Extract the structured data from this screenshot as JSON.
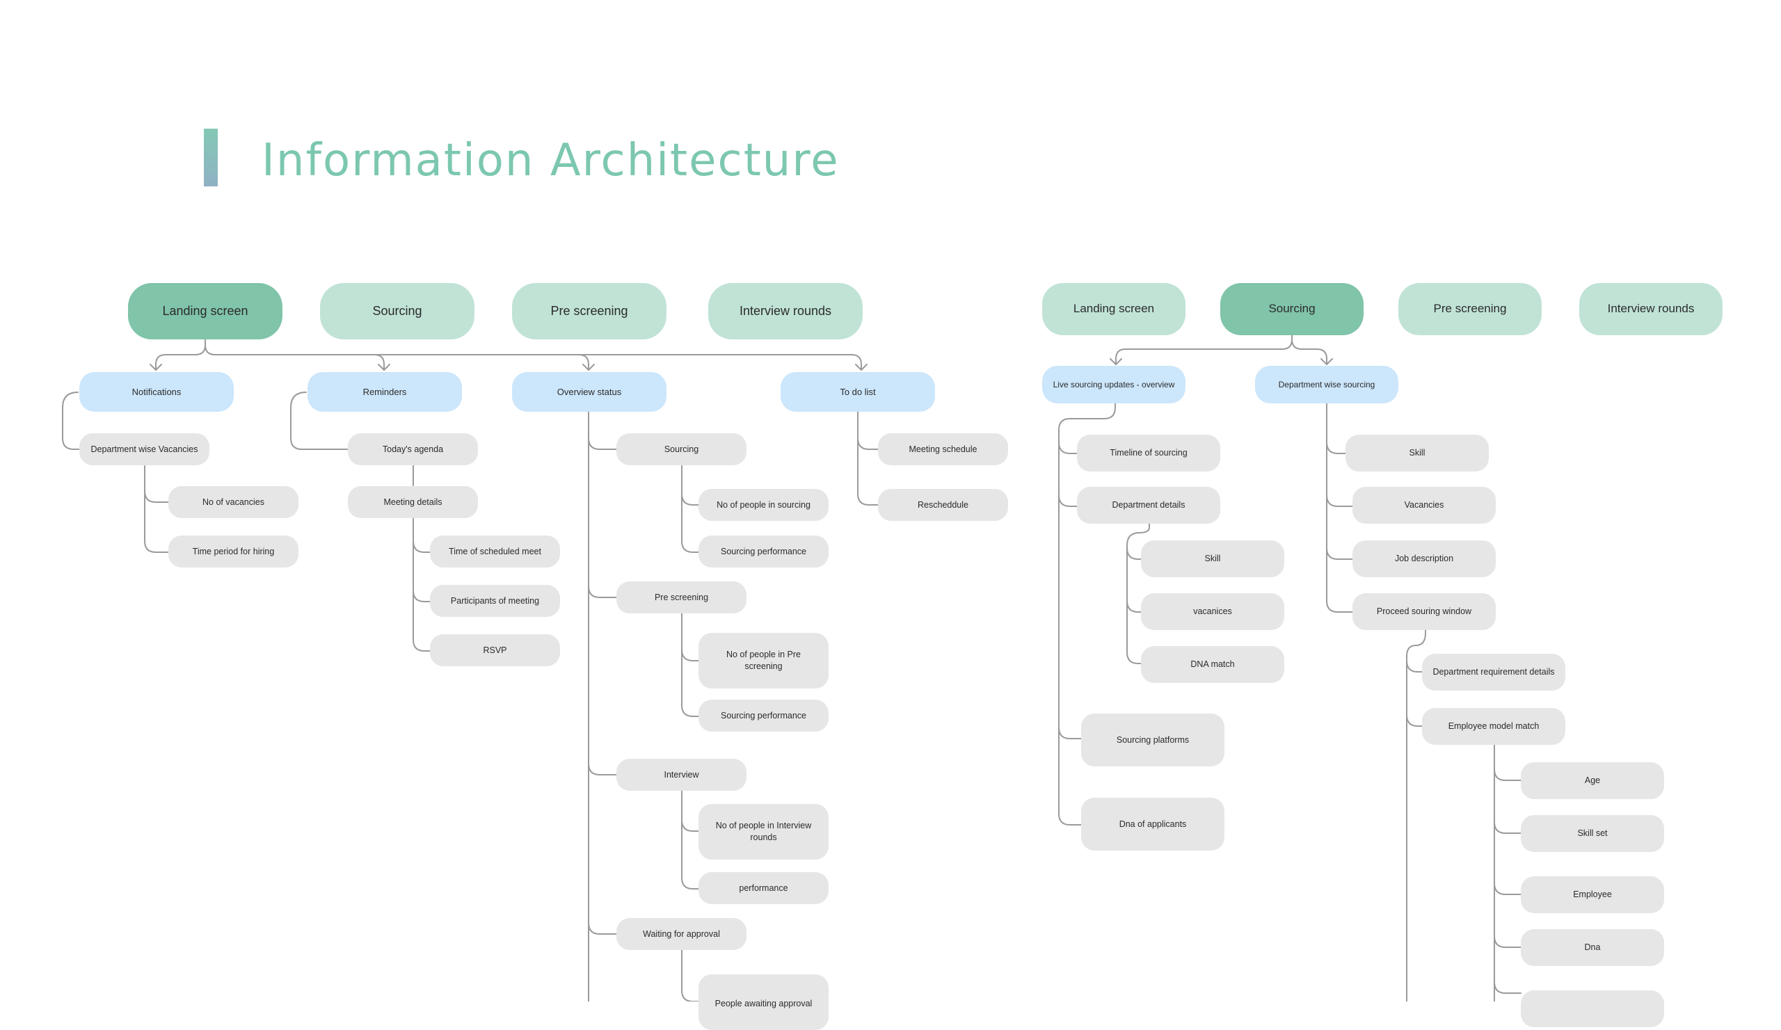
{
  "title": "Information Architecture",
  "colors": {
    "accent_title": "#7cc7b0",
    "top_node": "#c0e3d6",
    "top_node_active": "#80c4aa",
    "section_node": "#cce6fb",
    "leaf_node": "#e6e6e6",
    "connector": "#9a9a9a"
  },
  "left": {
    "top": {
      "landing": "Landing screen",
      "sourcing": "Sourcing",
      "prescreening": "Pre screening",
      "interview": "Interview rounds"
    },
    "sections": {
      "notifications": "Notifications",
      "reminders": "Reminders",
      "overview": "Overview status",
      "todo": "To do list"
    },
    "items": {
      "dept_vacancies": "Department wise Vacancies",
      "no_vacancies": "No of vacancies",
      "time_period": "Time period for hiring",
      "todays_agenda": "Today's agenda",
      "meeting_details": "Meeting details",
      "time_scheduled": "Time of scheduled meet",
      "participants": "Participants of meeting",
      "rsvp": "RSVP",
      "ov_sourcing": "Sourcing",
      "people_sourcing": "No of people in sourcing",
      "sourcing_perf_1": "Sourcing  performance",
      "ov_prescreening": "Pre screening",
      "people_prescreening": "No of people in Pre screening",
      "sourcing_perf_2": "Sourcing  performance",
      "ov_interview": "Interview",
      "people_interview": "No of people in Interview rounds",
      "performance": "performance",
      "waiting_approval": "Waiting for approval",
      "people_awaiting": "People awaiting approval",
      "meeting_schedule": "Meeting schedule",
      "reschedule": "Rescheddule"
    }
  },
  "right": {
    "top": {
      "landing": "Landing screen",
      "sourcing": "Sourcing",
      "prescreening": "Pre screening",
      "interview": "Interview rounds"
    },
    "sections": {
      "live_updates": "Live sourcing updates - overview",
      "dept_sourcing": "Department wise sourcing"
    },
    "items": {
      "timeline": "Timeline of sourcing",
      "dept_details": "Department details",
      "skill_a": "Skill",
      "vacancies_a": "vacanices",
      "dna_match": "DNA match",
      "platforms": "Sourcing platforms",
      "dna_applicants": "Dna of applicants",
      "skill_b": "Skill",
      "vacancies_b": "Vacancies",
      "job_description": "Job description",
      "proceed_window": "Proceed souring window",
      "dept_requirement": "Department requirement details",
      "employee_model": "Employee model match",
      "age": "Age",
      "skill_set": "Skill set",
      "employee": "Employee",
      "dna": "Dna"
    }
  }
}
